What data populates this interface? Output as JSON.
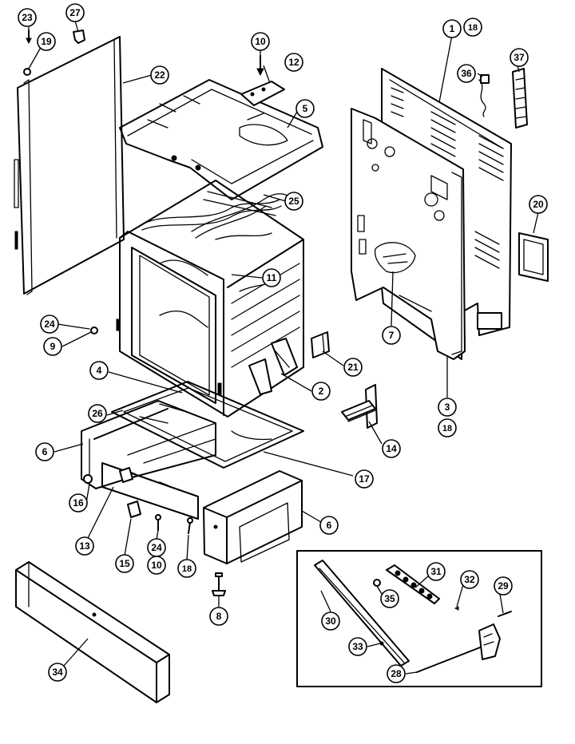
{
  "callouts": [
    {
      "id": "23",
      "label": "23"
    },
    {
      "id": "27",
      "label": "27"
    },
    {
      "id": "19",
      "label": "19"
    },
    {
      "id": "10a",
      "label": "10"
    },
    {
      "id": "12",
      "label": "12"
    },
    {
      "id": "22",
      "label": "22"
    },
    {
      "id": "5",
      "label": "5"
    },
    {
      "id": "1",
      "label": "1"
    },
    {
      "id": "18a",
      "label": "18"
    },
    {
      "id": "37",
      "label": "37"
    },
    {
      "id": "36",
      "label": "36"
    },
    {
      "id": "25",
      "label": "25"
    },
    {
      "id": "20",
      "label": "20"
    },
    {
      "id": "11",
      "label": "11"
    },
    {
      "id": "7",
      "label": "7"
    },
    {
      "id": "24a",
      "label": "24"
    },
    {
      "id": "9",
      "label": "9"
    },
    {
      "id": "21",
      "label": "21"
    },
    {
      "id": "4",
      "label": "4"
    },
    {
      "id": "2",
      "label": "2"
    },
    {
      "id": "3",
      "label": "3"
    },
    {
      "id": "18b",
      "label": "18"
    },
    {
      "id": "26",
      "label": "26"
    },
    {
      "id": "6a",
      "label": "6"
    },
    {
      "id": "14",
      "label": "14"
    },
    {
      "id": "17",
      "label": "17"
    },
    {
      "id": "16",
      "label": "16"
    },
    {
      "id": "6b",
      "label": "6"
    },
    {
      "id": "13",
      "label": "13"
    },
    {
      "id": "15",
      "label": "15"
    },
    {
      "id": "24b",
      "label": "24"
    },
    {
      "id": "10b",
      "label": "10"
    },
    {
      "id": "18c",
      "label": "18"
    },
    {
      "id": "8",
      "label": "8"
    },
    {
      "id": "31",
      "label": "31"
    },
    {
      "id": "32",
      "label": "32"
    },
    {
      "id": "35",
      "label": "35"
    },
    {
      "id": "30",
      "label": "30"
    },
    {
      "id": "29",
      "label": "29"
    },
    {
      "id": "33",
      "label": "33"
    },
    {
      "id": "28",
      "label": "28"
    },
    {
      "id": "34",
      "label": "34"
    }
  ]
}
